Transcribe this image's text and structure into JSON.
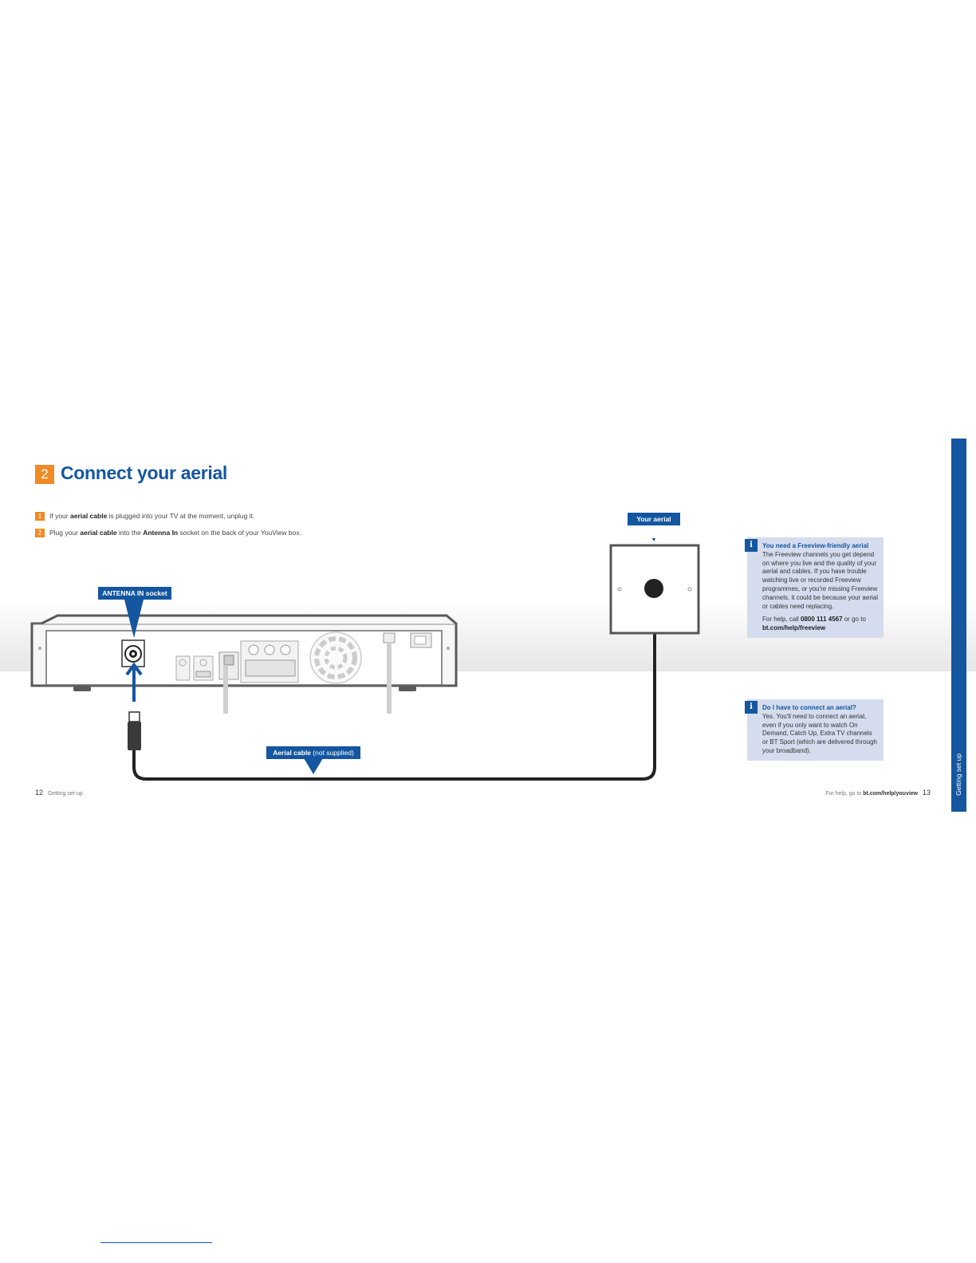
{
  "section": {
    "number": "2",
    "title": "Connect your aerial"
  },
  "instructions": [
    {
      "num": "1",
      "pre": "If your ",
      "bold1": "aerial cable",
      "mid": " is plugged into your TV at the moment, unplug it.",
      "bold2": "",
      "post": ""
    },
    {
      "num": "2",
      "pre": "Plug your ",
      "bold1": "aerial cable",
      "mid": " into the ",
      "bold2": "Antenna In",
      "post": " socket on the back of your YouView box."
    }
  ],
  "callouts": {
    "antenna": "ANTENNA IN socket",
    "aerial": "Your aerial",
    "cable_bold": "Aerial cable",
    "cable_light": " (not supplied)"
  },
  "info_boxes": [
    {
      "icon": "i",
      "title": "You need a Freeview-friendly aerial",
      "body": "The Freeview channels you get depend on where you live and the quality of your aerial and cables. If you have trouble watching live or recorded Freeview programmes, or you're missing Freeview channels, it could be because your aerial or cables need replacing.",
      "help_pre": "For help, call ",
      "help_phone": "0800 111 4567",
      "help_mid": " or go to ",
      "help_url": "bt.com/help/freeview"
    },
    {
      "icon": "i",
      "title": "Do I have to connect an aerial?",
      "body": "Yes. You'll need to connect an aerial, even if you only want to watch On Demand, Catch Up, Extra TV channels or BT Sport (which are delivered through your broadband)."
    }
  ],
  "side_tab": "Getting set up",
  "footer": {
    "left_page": "12",
    "left_text": "Getting set-up",
    "right_pre": "For help, go to ",
    "right_url": "bt.com/help/youview",
    "right_page": "13"
  },
  "colors": {
    "brand_blue": "#1456a0",
    "accent_orange": "#f08a24",
    "info_bg": "#d5dcee"
  }
}
